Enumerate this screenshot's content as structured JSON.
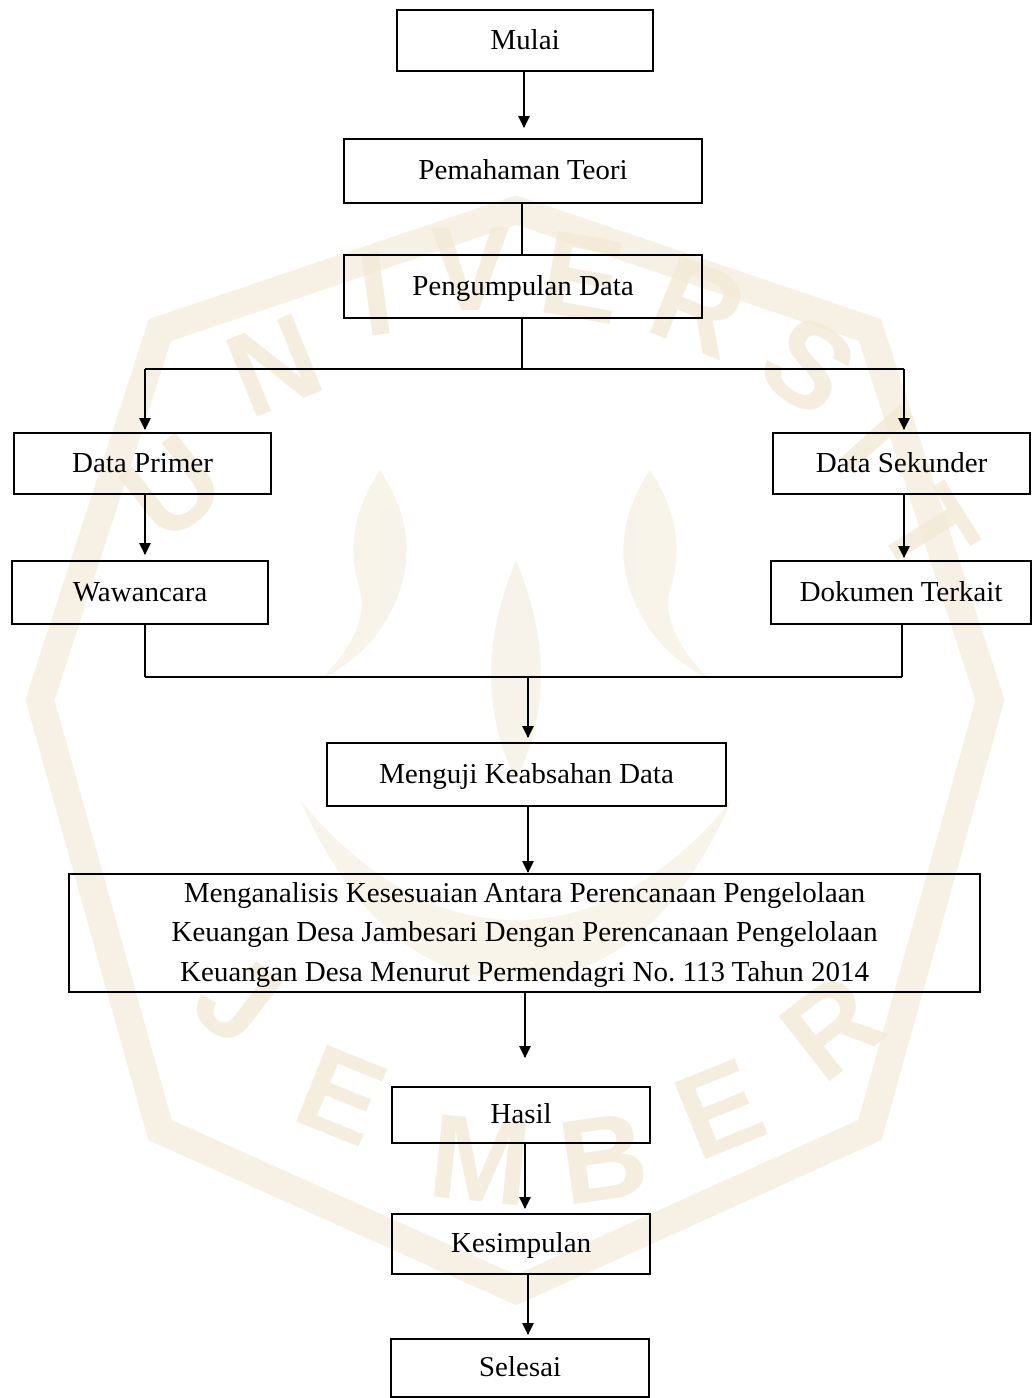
{
  "flowchart": {
    "start": "Mulai",
    "theory": "Pemahaman Teori",
    "data_collection": "Pengumpulan Data",
    "primary_data": "Data Primer",
    "secondary_data": "Data Sekunder",
    "interview": "Wawancara",
    "related_documents": "Dokumen Terkait",
    "validity_test": "Menguji Keabsahan Data",
    "analysis": {
      "line1": "Menganalisis Kesesuaian Antara Perencanaan Pengelolaan",
      "line2": "Keuangan Desa Jambesari Dengan Perencanaan Pengelolaan",
      "line3": "Keuangan Desa Menurut Permendagri No. 113 Tahun 2014"
    },
    "result": "Hasil",
    "conclusion": "Kesimpulan",
    "end": "Selesai"
  },
  "watermark": {
    "text": "UNIVERSITAS JEMBER",
    "color": "#e9dcbe"
  }
}
